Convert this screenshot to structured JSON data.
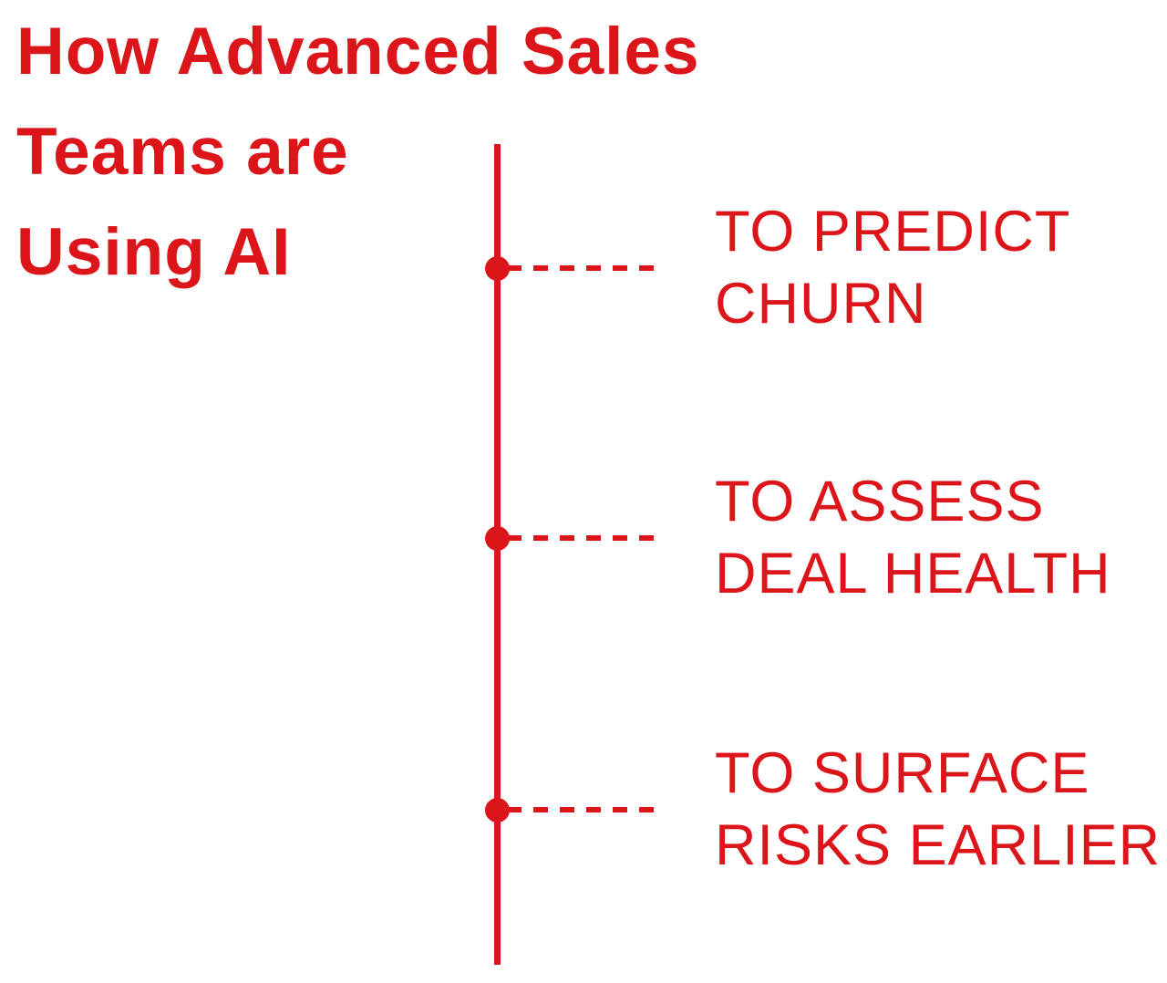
{
  "colors": {
    "accent": "#DB1519",
    "background": "#FFFFFF"
  },
  "title": {
    "lines": [
      "How Advanced Sales",
      "Teams are",
      "Using AI"
    ]
  },
  "timeline": {
    "items": [
      {
        "lines": [
          "TO PREDICT",
          "CHURN"
        ]
      },
      {
        "lines": [
          "TO ASSESS",
          "DEAL HEALTH"
        ]
      },
      {
        "lines": [
          "TO SURFACE",
          "RISKS EARLIER"
        ]
      }
    ]
  }
}
